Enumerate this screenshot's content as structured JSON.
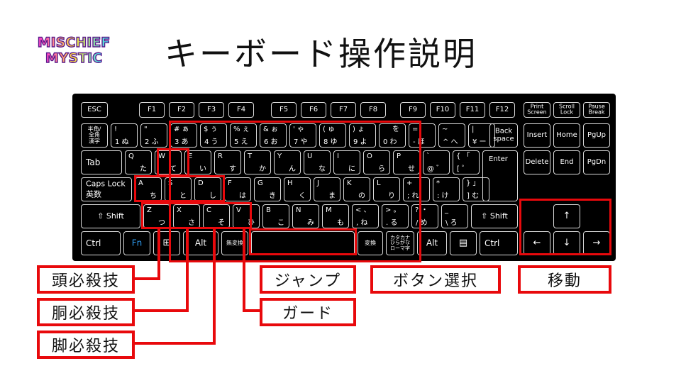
{
  "title": "キーボード操作説明",
  "logo": {
    "line1": "MISCHIEF",
    "line2": "MYSTIC"
  },
  "keys": {
    "esc": "ESC",
    "f1": "F1",
    "f2": "F2",
    "f3": "F3",
    "f4": "F4",
    "f5": "F5",
    "f6": "F6",
    "f7": "F7",
    "f8": "F8",
    "f9": "F9",
    "f10": "F10",
    "f11": "F11",
    "f12": "F12",
    "print": "Print\nScreen",
    "scroll": "Scroll\nLock",
    "pause": "Pause\nBreak",
    "hankaku": "半角/\n全角\n漢字",
    "n1": {
      "p": "!",
      "s": "1 ぬ"
    },
    "n2": {
      "p": "\"",
      "s": "2 ふ"
    },
    "n3": {
      "p": "# ぁ",
      "s": "3 あ"
    },
    "n4": {
      "p": "$ ぅ",
      "s": "4 う"
    },
    "n5": {
      "p": "% ぇ",
      "s": "5 え"
    },
    "n6": {
      "p": "& ぉ",
      "s": "6 お"
    },
    "n7": {
      "p": "' ゃ",
      "s": "7 や"
    },
    "n8": {
      "p": "( ゅ",
      "s": "8 ゆ"
    },
    "n9": {
      "p": ") ょ",
      "s": "9 よ"
    },
    "n0": {
      "p": "を",
      "s": "0 わ"
    },
    "minus": {
      "p": "=",
      "s": "- ほ"
    },
    "caret": {
      "p": "~",
      "s": "^ へ"
    },
    "yen": {
      "p": "|",
      "s": "¥ ー"
    },
    "backspace": "Back\nspace",
    "insert": "Insert",
    "home": "Home",
    "pgup": "PgUp",
    "tab": "Tab",
    "q": {
      "p": "Q",
      "s": "た"
    },
    "w": {
      "p": "W",
      "s": "て"
    },
    "e": {
      "p": "E",
      "s": "い"
    },
    "r": {
      "p": "R",
      "s": "す"
    },
    "t": {
      "p": "T",
      "s": "か"
    },
    "y": {
      "p": "Y",
      "s": "ん"
    },
    "u": {
      "p": "U",
      "s": "な"
    },
    "i": {
      "p": "I",
      "s": "に"
    },
    "o": {
      "p": "O",
      "s": "ら"
    },
    "pk": {
      "p": "P",
      "s": "せ"
    },
    "at": {
      "p": "`",
      "s": "@ ゛"
    },
    "lbr": {
      "p": "{ 「",
      "s": "[ ゜"
    },
    "enter": "Enter",
    "delete": "Delete",
    "end": "End",
    "pgdn": "PgDn",
    "caps": "Caps Lock\n英数",
    "a": {
      "p": "A",
      "s": "ち"
    },
    "s": {
      "p": "S",
      "s": "と"
    },
    "d": {
      "p": "D",
      "s": "し"
    },
    "f": {
      "p": "F",
      "s": "は"
    },
    "g": {
      "p": "G",
      "s": "き"
    },
    "h": {
      "p": "H",
      "s": "く"
    },
    "j": {
      "p": "J",
      "s": "ま"
    },
    "k": {
      "p": "K",
      "s": "の"
    },
    "l": {
      "p": "L",
      "s": "り"
    },
    "semi": {
      "p": "+",
      "s": "; れ"
    },
    "colon": {
      "p": "*",
      "s": ": け"
    },
    "rbr": {
      "p": "} 」",
      "s": "] む"
    },
    "lshift": "⇧ Shift",
    "z": {
      "p": "Z",
      "s": "つ"
    },
    "x": {
      "p": "X",
      "s": "さ"
    },
    "cc": {
      "p": "C",
      "s": "そ"
    },
    "v": {
      "p": "V",
      "s": "ひ"
    },
    "b": {
      "p": "B",
      "s": "こ"
    },
    "nk": {
      "p": "N",
      "s": "み"
    },
    "m": {
      "p": "M",
      "s": "も"
    },
    "comma": {
      "p": "< 、",
      "s": ", ね"
    },
    "period": {
      "p": "> 。",
      "s": ". る"
    },
    "slash": {
      "p": "? ・",
      "s": "/ め"
    },
    "bslash": {
      "p": "_",
      "s": "\\ ろ"
    },
    "rshift": "⇧ Shift",
    "up": "↑",
    "ctrl": "Ctrl",
    "fnkey": "Fn",
    "win": "⊞",
    "alt": "Alt",
    "muhenkan": "無変換",
    "space": "",
    "henkan": "変換",
    "kana": "カタカナ\nひらがな\nローマ字",
    "ralt": "Alt",
    "menu": "▤",
    "rctrl": "Ctrl",
    "left": "←",
    "down": "↓",
    "right": "→"
  },
  "labels": {
    "head": "頭必殺技",
    "body": "胴必殺技",
    "leg": "脚必殺技",
    "jump": "ジャンプ",
    "guard": "ガード",
    "button_select": "ボタン選択",
    "move": "移動"
  },
  "colors": {
    "accent": "#e8090c",
    "keyboard": "#000000",
    "fn_key": "#2e9bf0"
  }
}
